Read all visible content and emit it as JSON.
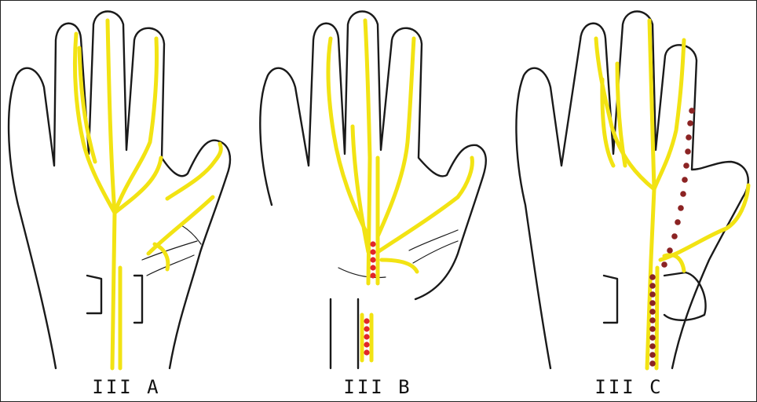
{
  "panels": [
    {
      "label": "III A"
    },
    {
      "label": "III B"
    },
    {
      "label": "III C"
    }
  ],
  "colors": {
    "nerve": "#f2e313",
    "outline": "#1a1a1a",
    "dots_b": "#e2262a",
    "dots_c": "#8b2323"
  }
}
